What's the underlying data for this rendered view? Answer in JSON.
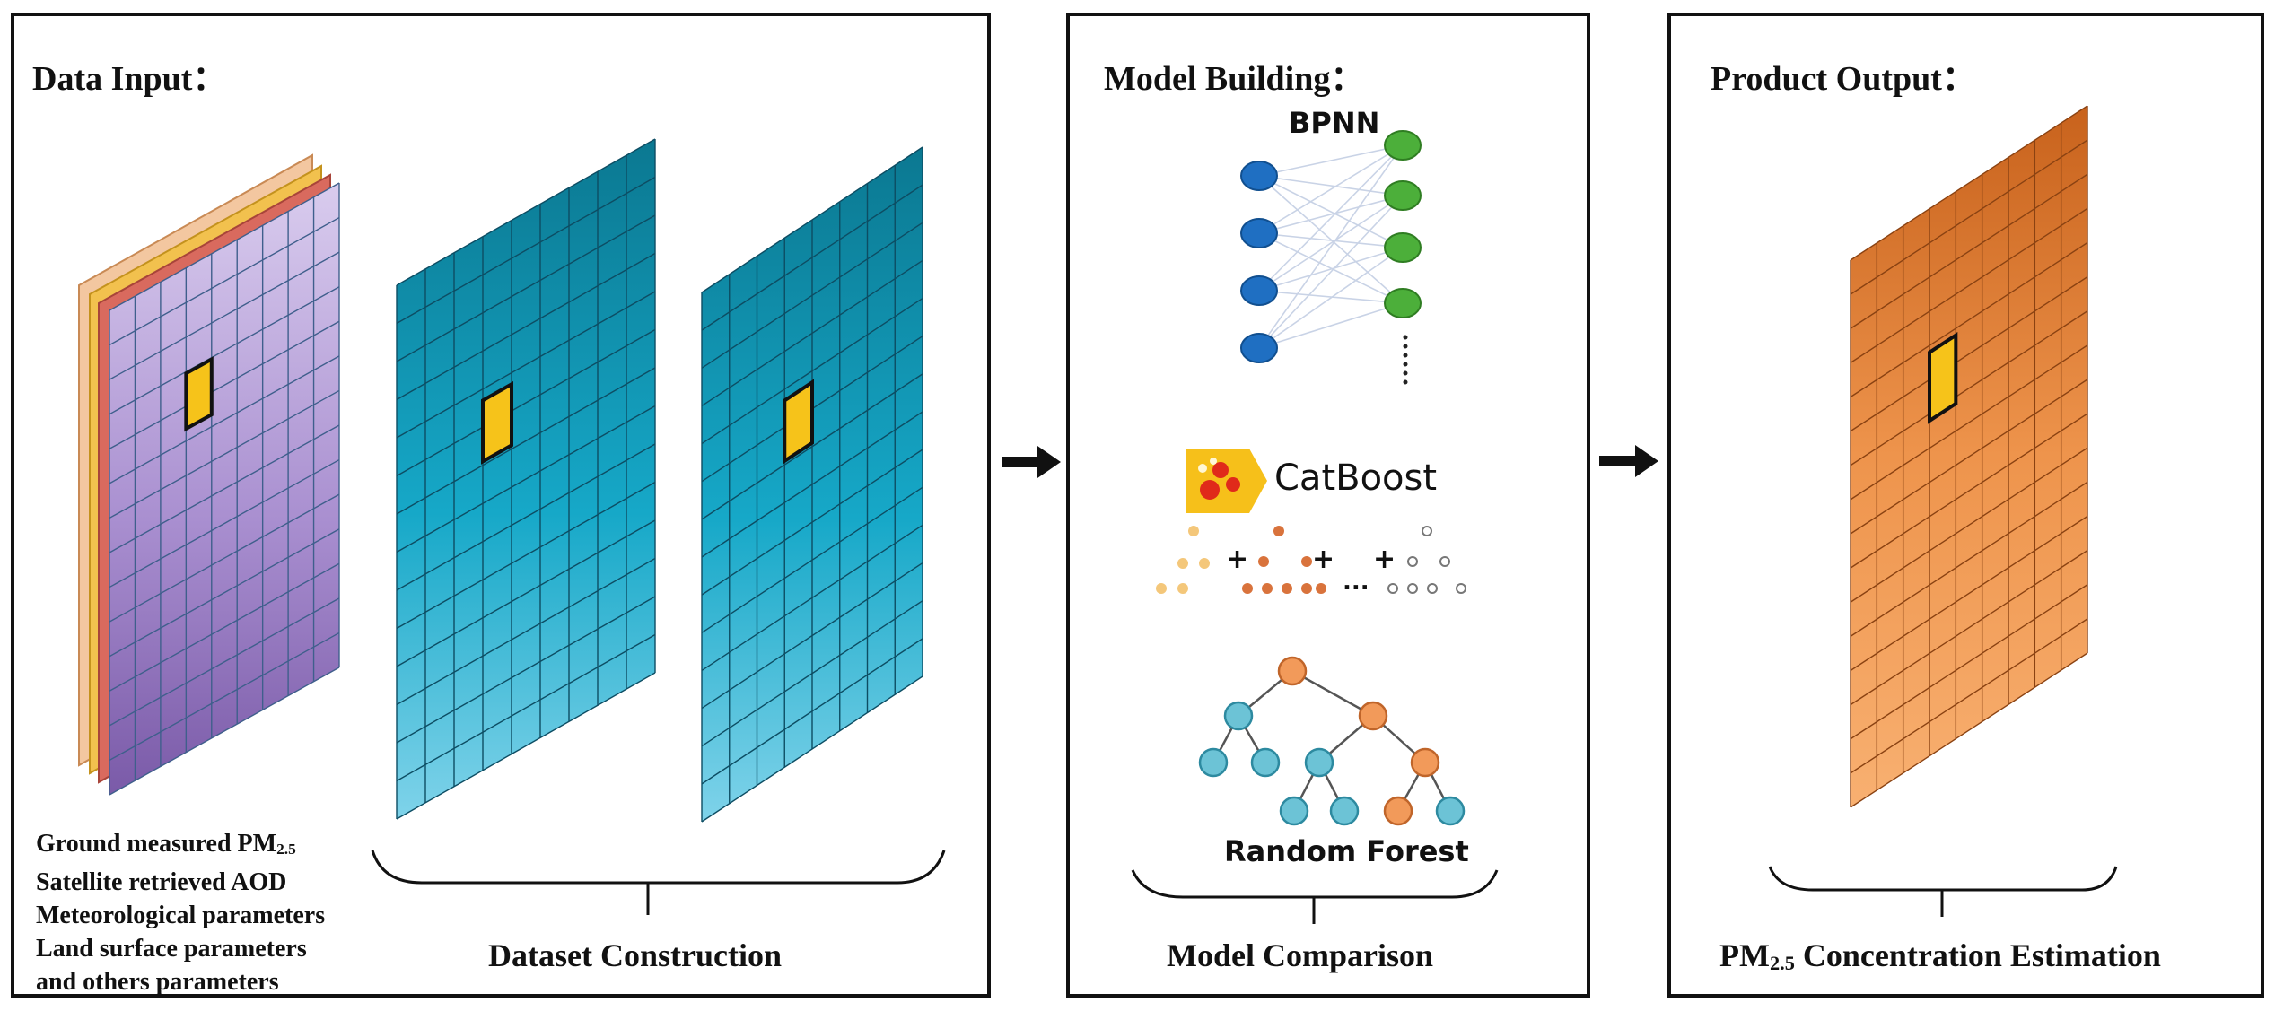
{
  "panels": {
    "data_input": {
      "title": "Data Input：",
      "inputs": [
        {
          "text": "Ground measured PM",
          "sub": "2.5"
        },
        {
          "text": "Satellite retrieved AOD"
        },
        {
          "text": "Meteorological parameters"
        },
        {
          "text": "Land surface parameters"
        },
        {
          "text": "and others parameters"
        }
      ],
      "caption": "Dataset Construction"
    },
    "model_building": {
      "title": "Model Building：",
      "models": {
        "bpnn": "BPNN",
        "catboost": "CatBoost",
        "random_forest": "Random Forest"
      },
      "plus": "+",
      "ellipsis": "...",
      "caption": "Model Comparison"
    },
    "product_output": {
      "title": "Product Output：",
      "caption_prefix": "PM",
      "caption_sub": "2.5",
      "caption_suffix": " Concentration Estimation"
    }
  },
  "colors": {
    "border": "#111111",
    "stack_purple": "#b9a2d8",
    "stack_red": "#d96a5e",
    "stack_yellow": "#f2c14e",
    "stack_peach": "#f3c7a0",
    "dataset_teal": "#1aa6c6",
    "highlight_cell": "#f6c31a",
    "output_orange": "#e98a3c",
    "neuron_blue": "#1f6fc2",
    "neuron_green": "#4caf3a",
    "catboost_yellow": "#f6c01a",
    "catboost_red": "#e02a1a",
    "tree_blue": "#6cc3d6",
    "tree_orange": "#f29a5a"
  },
  "icons": [
    "arrow-right-icon",
    "catboost-logo-icon",
    "neural-network-icon",
    "decision-tree-icon"
  ]
}
